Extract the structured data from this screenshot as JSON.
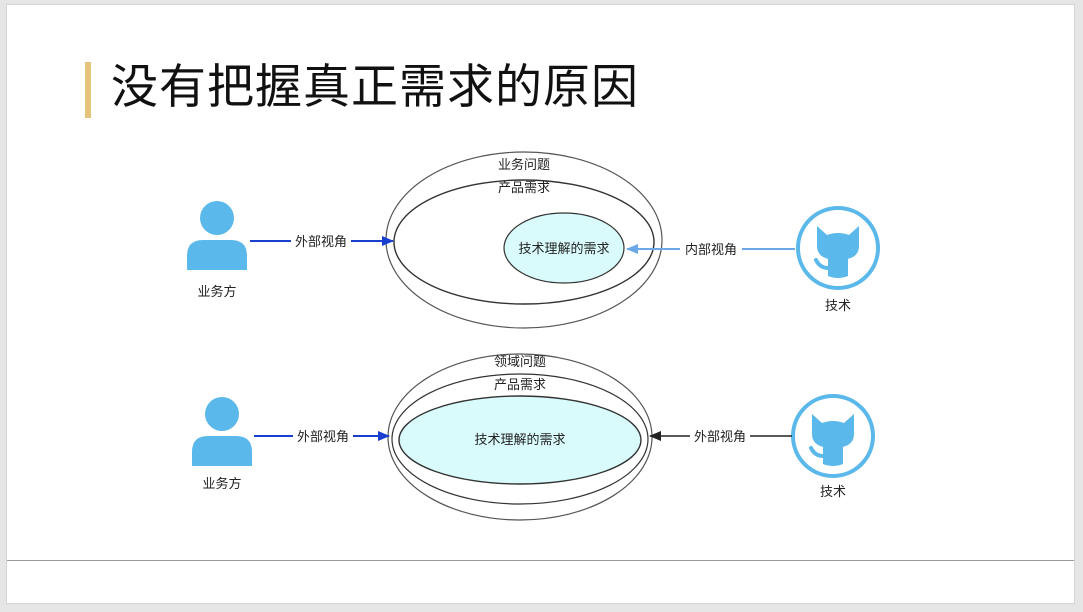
{
  "slide": {
    "title": "没有把握真正需求的原因"
  },
  "diagram_top": {
    "outer_label": "业务问题",
    "inner_label": "产品需求",
    "core_label": "技术理解的需求",
    "left_actor": "业务方",
    "left_arrow_label": "外部视角",
    "right_actor": "技术",
    "right_arrow_label": "内部视角"
  },
  "diagram_bottom": {
    "outer_label": "领域问题",
    "inner_label": "产品需求",
    "core_label": "技术理解的需求",
    "left_actor": "业务方",
    "left_arrow_label": "外部视角",
    "right_actor": "技术",
    "right_arrow_label": "外部视角"
  },
  "icons": {
    "left_actor_icon": "person-icon",
    "right_actor_icon": "github-octocat-icon"
  },
  "colors": {
    "accent_bar": "#e6c27a",
    "person": "#5bb8ea",
    "github": "#5bb8ea",
    "core_fill": "#d9fbfb",
    "arrow_dark_blue": "#1a3fcf",
    "arrow_light_blue": "#6aa8e8",
    "arrow_black": "#222222"
  }
}
